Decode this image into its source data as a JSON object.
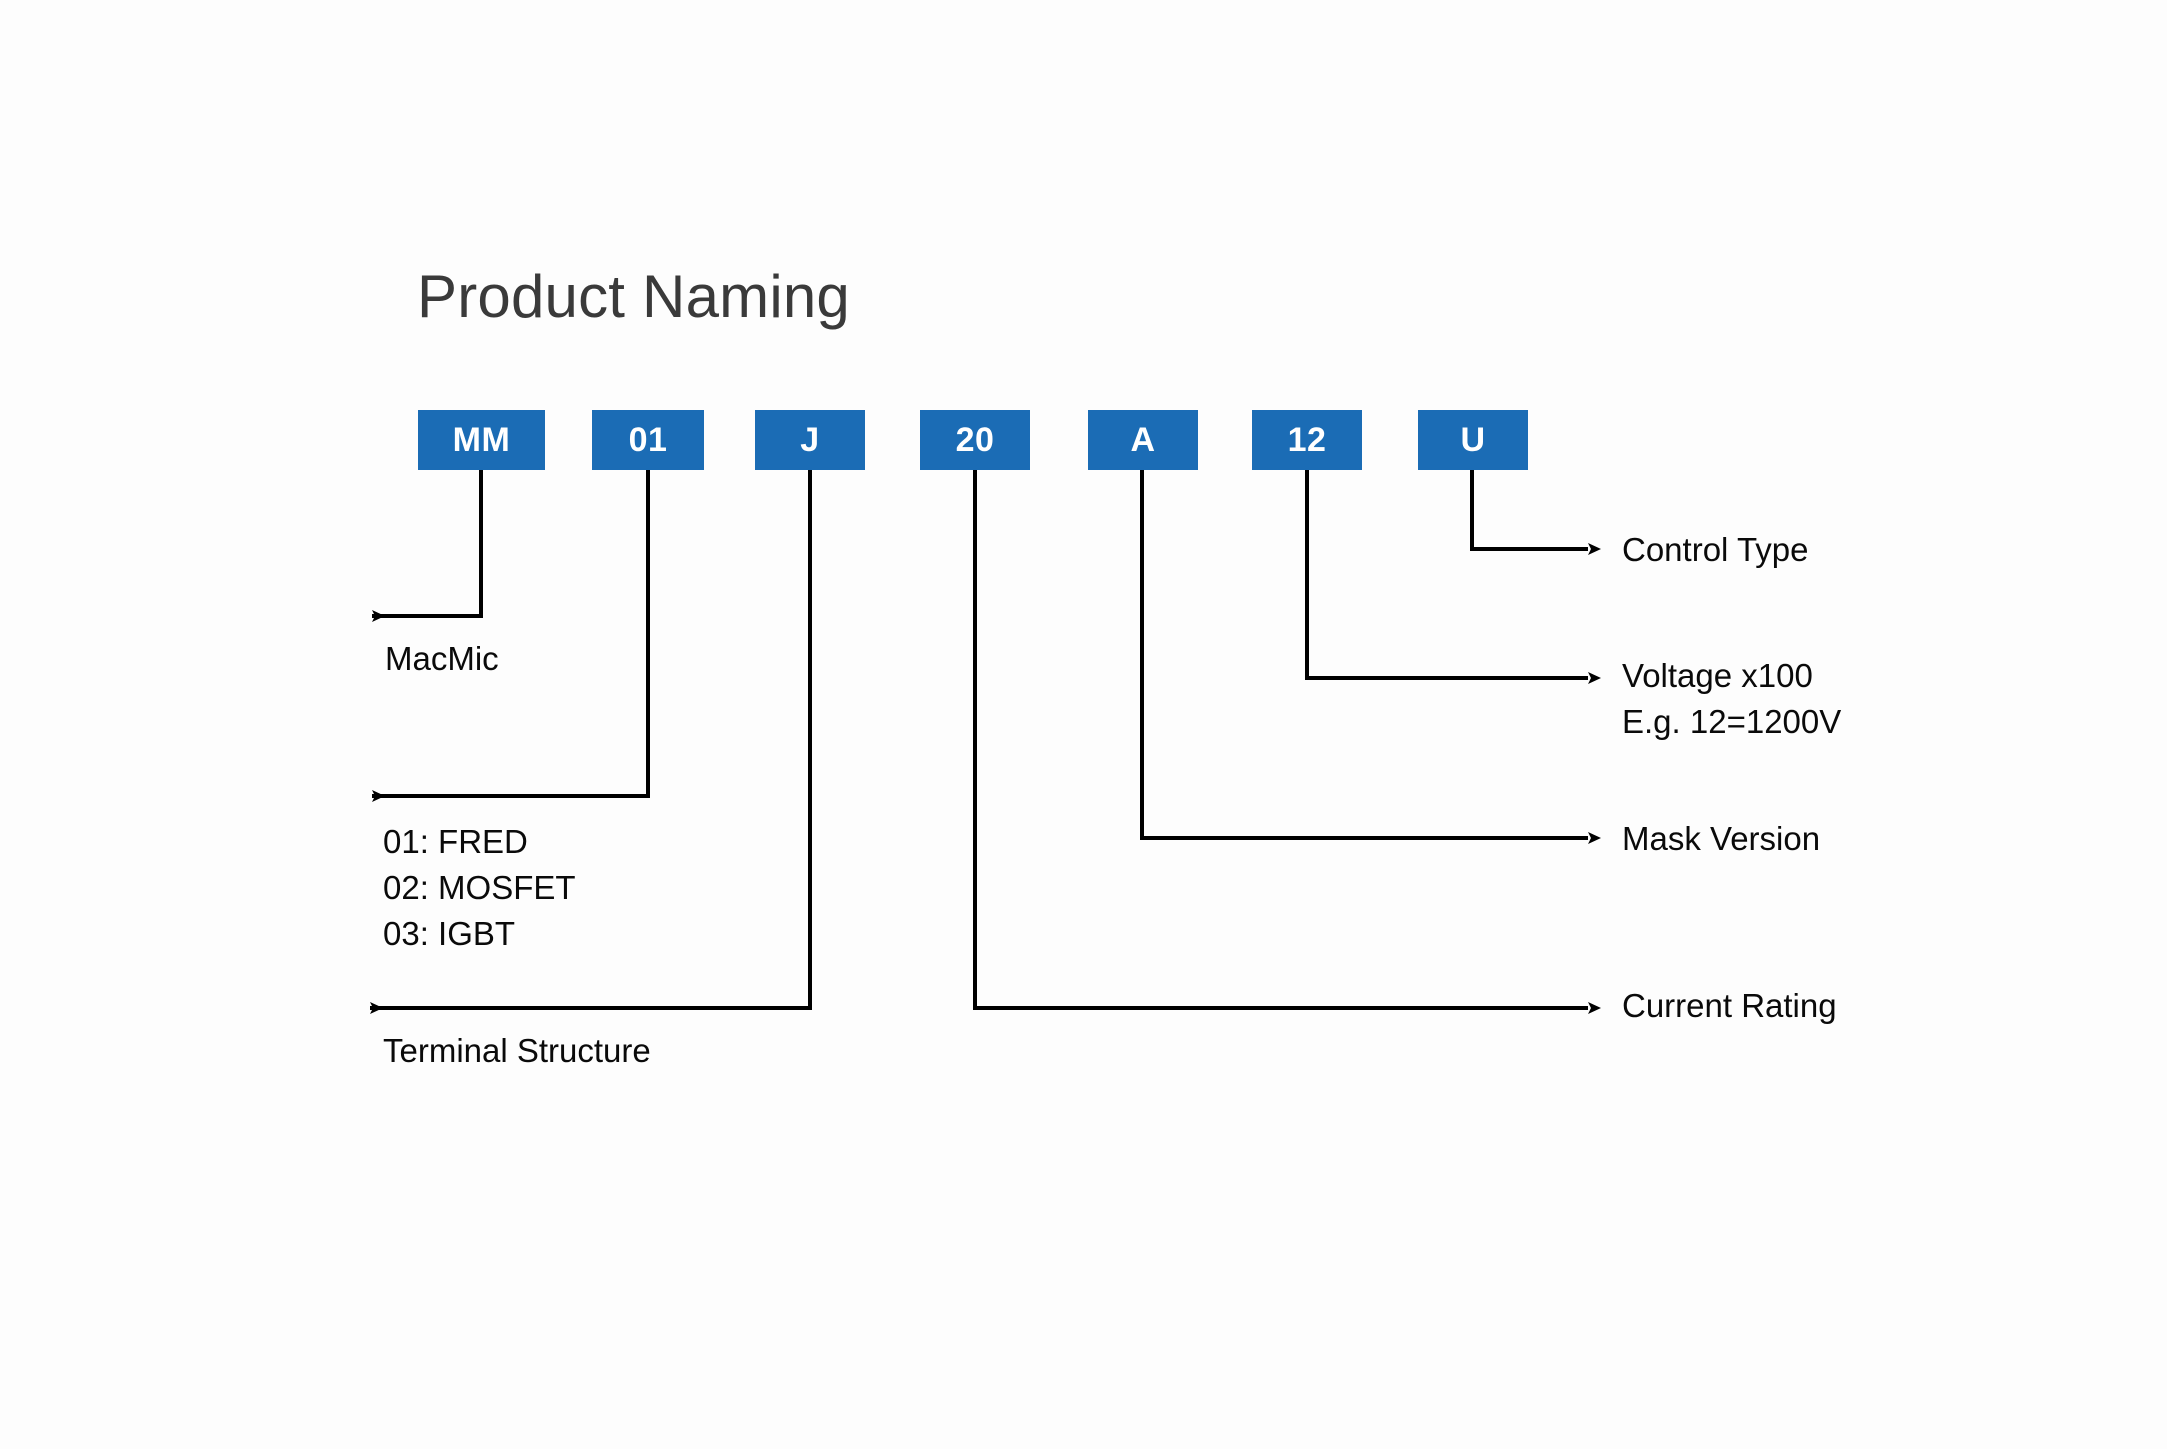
{
  "title": "Product Naming",
  "colors": {
    "box_fill": "#1b6cb5",
    "box_text": "#ffffff",
    "title_text": "#3a3a3a",
    "label_text": "#0a0a0a",
    "connector": "#000000",
    "background": "#fdfdfd"
  },
  "part_code": {
    "segments": [
      {
        "id": "manufacturer",
        "value": "MM"
      },
      {
        "id": "device-type",
        "value": "01"
      },
      {
        "id": "terminal-structure",
        "value": "J"
      },
      {
        "id": "current-rating",
        "value": "20"
      },
      {
        "id": "mask-version",
        "value": "A"
      },
      {
        "id": "voltage",
        "value": "12"
      },
      {
        "id": "control-type",
        "value": "U"
      }
    ]
  },
  "callouts": {
    "manufacturer": {
      "line1": "MacMic"
    },
    "device_type": {
      "line1": "01: FRED",
      "line2": "02: MOSFET",
      "line3": "03: IGBT"
    },
    "terminal_structure": {
      "line1": "Terminal Structure"
    },
    "control_type": {
      "line1": "Control Type"
    },
    "voltage": {
      "line1": "Voltage x100",
      "line2": "E.g. 12=1200V"
    },
    "mask_version": {
      "line1": "Mask Version"
    },
    "current_rating": {
      "line1": "Current Rating"
    }
  }
}
